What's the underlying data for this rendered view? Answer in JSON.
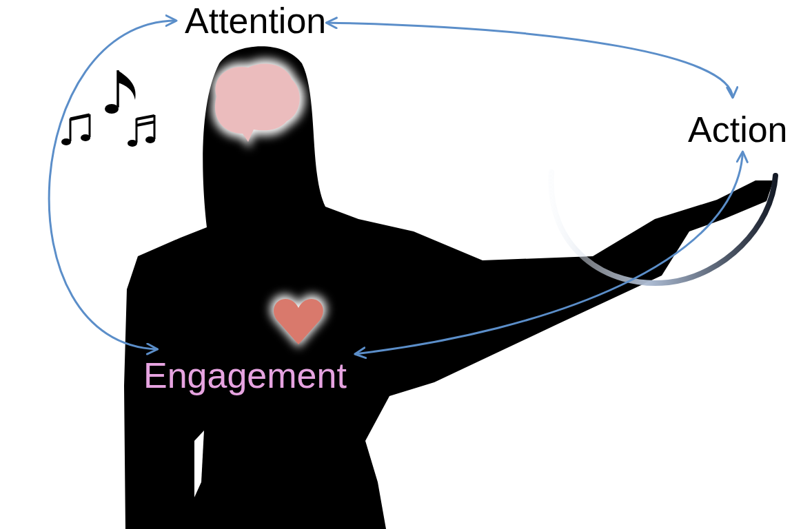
{
  "diagram": {
    "nodes": [
      {
        "text": [
          "Attention"
        ]
      },
      {
        "text": [
          "Action"
        ]
      },
      {
        "text": [
          "Engagement"
        ]
      }
    ],
    "edges": [
      {
        "from": 0,
        "to": 2,
        "arrow": "both"
      },
      {
        "from": 0,
        "to": 1,
        "arrow": "both"
      },
      {
        "from": 1,
        "to": 2,
        "arrow": "both"
      }
    ]
  }
}
